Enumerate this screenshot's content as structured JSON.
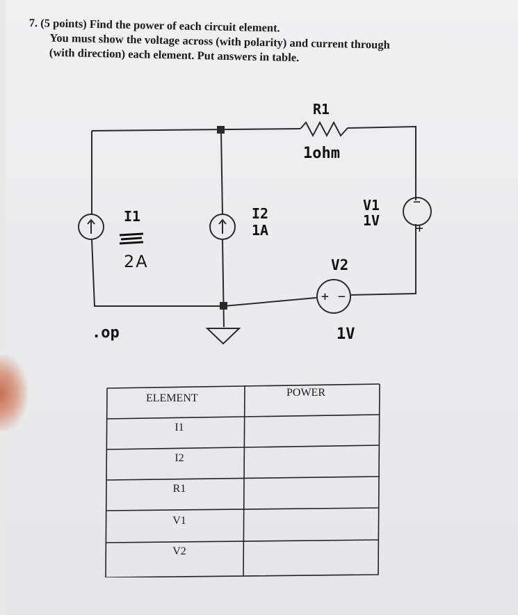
{
  "problem": {
    "number": "7.",
    "points": "(5 points)",
    "line1_rest": "Find the power of each circuit element.",
    "line2_pre": "You",
    "line2_bold": "must",
    "line2_post": "show the voltage across (with polarity) and current through",
    "line3": "(with direction) each element. Put answers in table."
  },
  "circuit": {
    "r1_name": "R1",
    "r1_value": "1ohm",
    "i1_name": "I1",
    "i1_value_handwritten": "2A",
    "i2_name": "I2",
    "i2_value": "1A",
    "v1_name": "V1",
    "v1_value": "1V",
    "v1_minus": "−",
    "v1_plus": "+",
    "v2_name": "V2",
    "v2_value": "1V",
    "v2_plus": "+",
    "v2_minus": "−",
    "directive": ".op"
  },
  "table": {
    "headers": [
      "ELEMENT",
      "POWER"
    ],
    "rows": [
      "I1",
      "I2",
      "R1",
      "V1",
      "V2"
    ],
    "powers": [
      "",
      "",
      "",
      "",
      ""
    ]
  }
}
